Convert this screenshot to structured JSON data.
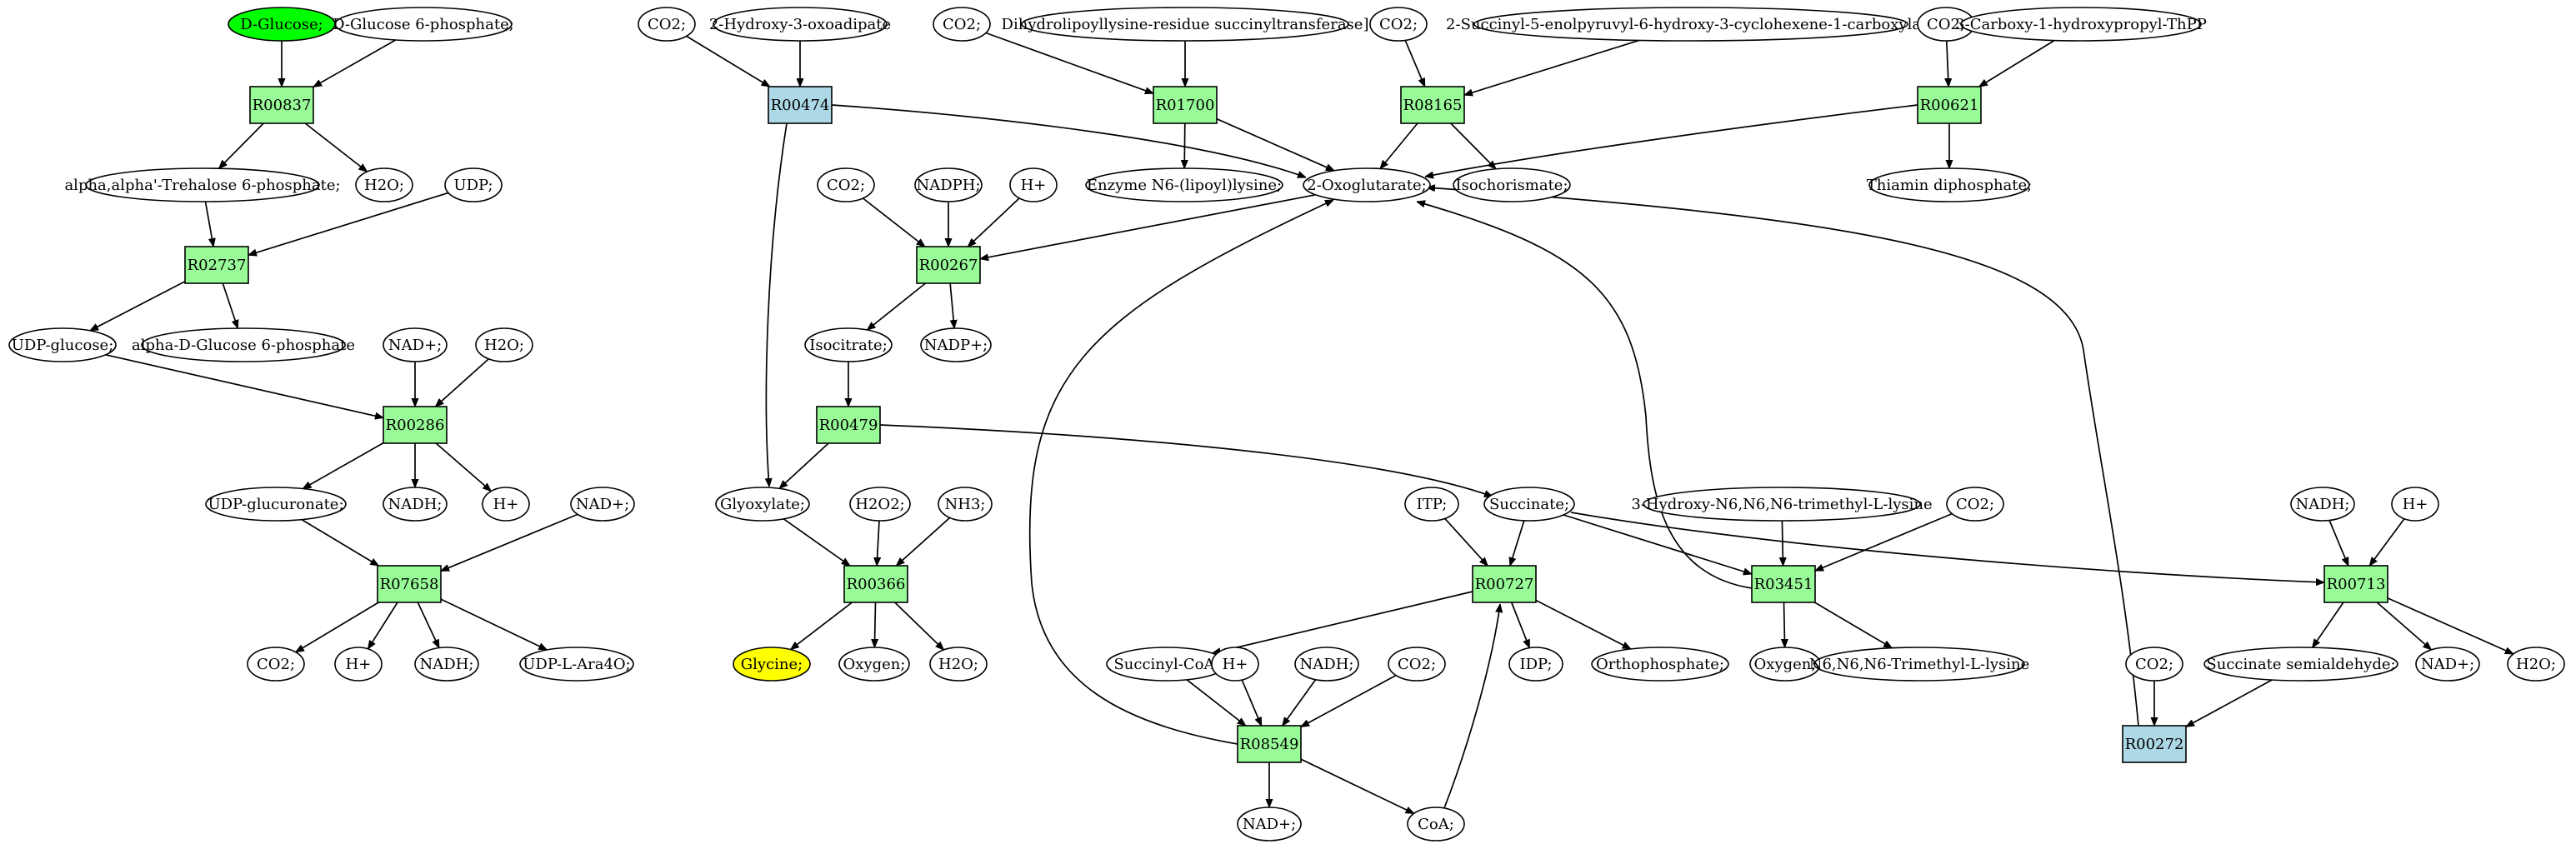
{
  "colors": {
    "reaction": "#98fb98",
    "reaction_alt": "#add8e6",
    "compound": "#ffffff",
    "start": "#00ff00",
    "target": "#ffff00",
    "stroke": "#000000"
  },
  "nodes": [
    {
      "id": "dglucose",
      "label": "D-Glucose;",
      "shape": "ellipse",
      "fill": "start"
    },
    {
      "id": "dg6p",
      "label": "D-Glucose 6-phosphate;",
      "shape": "ellipse",
      "fill": "compound"
    },
    {
      "id": "r00837",
      "label": "R00837",
      "shape": "box",
      "fill": "reaction"
    },
    {
      "id": "trehalose6p",
      "label": "alpha,alpha'-Trehalose 6-phosphate;",
      "shape": "ellipse",
      "fill": "compound"
    },
    {
      "id": "h2o_1",
      "label": "H2O;",
      "shape": "ellipse",
      "fill": "compound"
    },
    {
      "id": "udp_1",
      "label": "UDP;",
      "shape": "ellipse",
      "fill": "compound"
    },
    {
      "id": "r02737",
      "label": "R02737",
      "shape": "box",
      "fill": "reaction"
    },
    {
      "id": "udpglucose",
      "label": "UDP-glucose;",
      "shape": "ellipse",
      "fill": "compound"
    },
    {
      "id": "adg6p",
      "label": "alpha-D-Glucose 6-phosphate",
      "shape": "ellipse",
      "fill": "compound"
    },
    {
      "id": "nadp_1",
      "label": "NAD+;",
      "shape": "ellipse",
      "fill": "compound"
    },
    {
      "id": "h2o_2",
      "label": "H2O;",
      "shape": "ellipse",
      "fill": "compound"
    },
    {
      "id": "r00286",
      "label": "R00286",
      "shape": "box",
      "fill": "reaction"
    },
    {
      "id": "udpglucuronate",
      "label": "UDP-glucuronate;",
      "shape": "ellipse",
      "fill": "compound"
    },
    {
      "id": "nadh_1",
      "label": "NADH;",
      "shape": "ellipse",
      "fill": "compound"
    },
    {
      "id": "hplus_1",
      "label": "H+",
      "shape": "ellipse",
      "fill": "compound"
    },
    {
      "id": "nadp_2",
      "label": "NAD+;",
      "shape": "ellipse",
      "fill": "compound"
    },
    {
      "id": "r07658",
      "label": "R07658",
      "shape": "box",
      "fill": "reaction"
    },
    {
      "id": "co2_1",
      "label": "CO2;",
      "shape": "ellipse",
      "fill": "compound"
    },
    {
      "id": "hplus_2",
      "label": "H+",
      "shape": "ellipse",
      "fill": "compound"
    },
    {
      "id": "nadh_2",
      "label": "NADH;",
      "shape": "ellipse",
      "fill": "compound"
    },
    {
      "id": "udplara4o",
      "label": "UDP-L-Ara4O;",
      "shape": "ellipse",
      "fill": "compound"
    },
    {
      "id": "co2_2",
      "label": "CO2;",
      "shape": "ellipse",
      "fill": "compound"
    },
    {
      "id": "hydroxyoxoadipate",
      "label": "2-Hydroxy-3-oxoadipate",
      "shape": "ellipse",
      "fill": "compound"
    },
    {
      "id": "r00474",
      "label": "R00474",
      "shape": "box",
      "fill": "reaction_alt"
    },
    {
      "id": "co2_3",
      "label": "CO2;",
      "shape": "ellipse",
      "fill": "compound"
    },
    {
      "id": "dihydrolipoyl",
      "label": "Dihydrolipoyllysine-residue succinyltransferase]",
      "shape": "ellipse",
      "fill": "compound"
    },
    {
      "id": "r01700",
      "label": "R01700",
      "shape": "box",
      "fill": "reaction"
    },
    {
      "id": "enzymen6",
      "label": "Enzyme N6-(lipoyl)lysine;",
      "shape": "ellipse",
      "fill": "compound"
    },
    {
      "id": "co2_4",
      "label": "CO2;",
      "shape": "ellipse",
      "fill": "compound"
    },
    {
      "id": "succinylenol",
      "label": "2-Succinyl-5-enolpyruvyl-6-hydroxy-3-cyclohexene-1-carboxylate",
      "shape": "ellipse",
      "fill": "compound"
    },
    {
      "id": "r08165",
      "label": "R08165",
      "shape": "box",
      "fill": "reaction"
    },
    {
      "id": "isochorismate",
      "label": "Isochorismate;",
      "shape": "ellipse",
      "fill": "compound"
    },
    {
      "id": "co2_5",
      "label": "CO2;",
      "shape": "ellipse",
      "fill": "compound"
    },
    {
      "id": "carboxyhydroxy",
      "label": "3-Carboxy-1-hydroxypropyl-ThPP",
      "shape": "ellipse",
      "fill": "compound"
    },
    {
      "id": "r00621",
      "label": "R00621",
      "shape": "box",
      "fill": "reaction"
    },
    {
      "id": "thiamin",
      "label": "Thiamin diphosphate;",
      "shape": "ellipse",
      "fill": "compound"
    },
    {
      "id": "oxoglutarate",
      "label": "2-Oxoglutarate;",
      "shape": "ellipse",
      "fill": "compound"
    },
    {
      "id": "co2_6",
      "label": "CO2;",
      "shape": "ellipse",
      "fill": "compound"
    },
    {
      "id": "nadph_1",
      "label": "NADPH;",
      "shape": "ellipse",
      "fill": "compound"
    },
    {
      "id": "hplus_3",
      "label": "H+",
      "shape": "ellipse",
      "fill": "compound"
    },
    {
      "id": "r00267",
      "label": "R00267",
      "shape": "box",
      "fill": "reaction"
    },
    {
      "id": "isocitrate",
      "label": "Isocitrate;",
      "shape": "ellipse",
      "fill": "compound"
    },
    {
      "id": "nadpplus_1",
      "label": "NADP+;",
      "shape": "ellipse",
      "fill": "compound"
    },
    {
      "id": "r00479",
      "label": "R00479",
      "shape": "box",
      "fill": "reaction"
    },
    {
      "id": "glyoxylate",
      "label": "Glyoxylate;",
      "shape": "ellipse",
      "fill": "compound"
    },
    {
      "id": "h2o2_1",
      "label": "H2O2;",
      "shape": "ellipse",
      "fill": "compound"
    },
    {
      "id": "nh3_1",
      "label": "NH3;",
      "shape": "ellipse",
      "fill": "compound"
    },
    {
      "id": "r00366",
      "label": "R00366",
      "shape": "box",
      "fill": "reaction"
    },
    {
      "id": "glycine",
      "label": "Glycine;",
      "shape": "ellipse",
      "fill": "target"
    },
    {
      "id": "oxygen_1",
      "label": "Oxygen;",
      "shape": "ellipse",
      "fill": "compound"
    },
    {
      "id": "h2o_3",
      "label": "H2O;",
      "shape": "ellipse",
      "fill": "compound"
    },
    {
      "id": "itp_1",
      "label": "ITP;",
      "shape": "ellipse",
      "fill": "compound"
    },
    {
      "id": "succinate",
      "label": "Succinate;",
      "shape": "ellipse",
      "fill": "compound"
    },
    {
      "id": "r00727",
      "label": "R00727",
      "shape": "box",
      "fill": "reaction"
    },
    {
      "id": "succinylcoa",
      "label": "Succinyl-CoA;",
      "shape": "ellipse",
      "fill": "compound"
    },
    {
      "id": "idp_1",
      "label": "IDP;",
      "shape": "ellipse",
      "fill": "compound"
    },
    {
      "id": "orthophosphate",
      "label": "Orthophosphate;",
      "shape": "ellipse",
      "fill": "compound"
    },
    {
      "id": "hplus_4",
      "label": "H+",
      "shape": "ellipse",
      "fill": "compound"
    },
    {
      "id": "nadh_3",
      "label": "NADH;",
      "shape": "ellipse",
      "fill": "compound"
    },
    {
      "id": "co2_7",
      "label": "CO2;",
      "shape": "ellipse",
      "fill": "compound"
    },
    {
      "id": "r08549",
      "label": "R08549",
      "shape": "box",
      "fill": "reaction"
    },
    {
      "id": "nadp_3",
      "label": "NAD+;",
      "shape": "ellipse",
      "fill": "compound"
    },
    {
      "id": "coa_1",
      "label": "CoA;",
      "shape": "ellipse",
      "fill": "compound"
    },
    {
      "id": "hydroxytrimethyl",
      "label": "3-Hydroxy-N6,N6,N6-trimethyl-L-lysine",
      "shape": "ellipse",
      "fill": "compound"
    },
    {
      "id": "co2_8",
      "label": "CO2;",
      "shape": "ellipse",
      "fill": "compound"
    },
    {
      "id": "r03451",
      "label": "R03451",
      "shape": "box",
      "fill": "reaction"
    },
    {
      "id": "oxygen_2",
      "label": "Oxygen;",
      "shape": "ellipse",
      "fill": "compound"
    },
    {
      "id": "trimethyllysine",
      "label": "N6,N6,N6-Trimethyl-L-lysine",
      "shape": "ellipse",
      "fill": "compound"
    },
    {
      "id": "nadh_4",
      "label": "NADH;",
      "shape": "ellipse",
      "fill": "compound"
    },
    {
      "id": "hplus_5",
      "label": "H+",
      "shape": "ellipse",
      "fill": "compound"
    },
    {
      "id": "r00713",
      "label": "R00713",
      "shape": "box",
      "fill": "reaction"
    },
    {
      "id": "co2_9",
      "label": "CO2;",
      "shape": "ellipse",
      "fill": "compound"
    },
    {
      "id": "succsemialdehyde",
      "label": "Succinate semialdehyde;",
      "shape": "ellipse",
      "fill": "compound"
    },
    {
      "id": "nadp_4",
      "label": "NAD+;",
      "shape": "ellipse",
      "fill": "compound"
    },
    {
      "id": "h2o_4",
      "label": "H2O;",
      "shape": "ellipse",
      "fill": "compound"
    },
    {
      "id": "r00272",
      "label": "R00272",
      "shape": "box",
      "fill": "reaction_alt"
    }
  ],
  "edges": [
    [
      "dglucose",
      "r00837"
    ],
    [
      "dg6p",
      "r00837"
    ],
    [
      "r00837",
      "trehalose6p"
    ],
    [
      "r00837",
      "h2o_1"
    ],
    [
      "trehalose6p",
      "r02737"
    ],
    [
      "udp_1",
      "r02737"
    ],
    [
      "r02737",
      "udpglucose"
    ],
    [
      "r02737",
      "adg6p"
    ],
    [
      "udpglucose",
      "r00286"
    ],
    [
      "nadp_1",
      "r00286"
    ],
    [
      "h2o_2",
      "r00286"
    ],
    [
      "r00286",
      "udpglucuronate"
    ],
    [
      "r00286",
      "nadh_1"
    ],
    [
      "r00286",
      "hplus_1"
    ],
    [
      "udpglucuronate",
      "r07658"
    ],
    [
      "nadp_2",
      "r07658"
    ],
    [
      "r07658",
      "co2_1"
    ],
    [
      "r07658",
      "hplus_2"
    ],
    [
      "r07658",
      "nadh_2"
    ],
    [
      "r07658",
      "udplara4o"
    ],
    [
      "co2_2",
      "r00474"
    ],
    [
      "hydroxyoxoadipate",
      "r00474"
    ],
    [
      "r00474",
      "oxoglutarate"
    ],
    [
      "r00474",
      "glyoxylate"
    ],
    [
      "co2_3",
      "r01700"
    ],
    [
      "dihydrolipoyl",
      "r01700"
    ],
    [
      "r01700",
      "enzymen6"
    ],
    [
      "r01700",
      "oxoglutarate"
    ],
    [
      "co2_4",
      "r08165"
    ],
    [
      "succinylenol",
      "r08165"
    ],
    [
      "r08165",
      "oxoglutarate"
    ],
    [
      "r08165",
      "isochorismate"
    ],
    [
      "co2_5",
      "r00621"
    ],
    [
      "carboxyhydroxy",
      "r00621"
    ],
    [
      "r00621",
      "oxoglutarate"
    ],
    [
      "r00621",
      "thiamin"
    ],
    [
      "oxoglutarate",
      "r00267"
    ],
    [
      "co2_6",
      "r00267"
    ],
    [
      "nadph_1",
      "r00267"
    ],
    [
      "hplus_3",
      "r00267"
    ],
    [
      "r00267",
      "isocitrate"
    ],
    [
      "r00267",
      "nadpplus_1"
    ],
    [
      "isocitrate",
      "r00479"
    ],
    [
      "r00479",
      "glyoxylate"
    ],
    [
      "r00479",
      "succinate"
    ],
    [
      "glyoxylate",
      "r00366"
    ],
    [
      "h2o2_1",
      "r00366"
    ],
    [
      "nh3_1",
      "r00366"
    ],
    [
      "r00366",
      "glycine"
    ],
    [
      "r00366",
      "oxygen_1"
    ],
    [
      "r00366",
      "h2o_3"
    ],
    [
      "itp_1",
      "r00727"
    ],
    [
      "succinate",
      "r00727"
    ],
    [
      "coa_1",
      "r00727"
    ],
    [
      "r00727",
      "succinylcoa"
    ],
    [
      "r00727",
      "idp_1"
    ],
    [
      "r00727",
      "orthophosphate"
    ],
    [
      "succinylcoa",
      "r08549"
    ],
    [
      "hplus_4",
      "r08549"
    ],
    [
      "nadh_3",
      "r08549"
    ],
    [
      "co2_7",
      "r08549"
    ],
    [
      "r08549",
      "nadp_3"
    ],
    [
      "r08549",
      "coa_1"
    ],
    [
      "r08549",
      "oxoglutarate"
    ],
    [
      "succinate",
      "r03451"
    ],
    [
      "hydroxytrimethyl",
      "r03451"
    ],
    [
      "co2_8",
      "r03451"
    ],
    [
      "r03451",
      "oxygen_2"
    ],
    [
      "r03451",
      "trimethyllysine"
    ],
    [
      "r03451",
      "oxoglutarate"
    ],
    [
      "succinate",
      "r00713"
    ],
    [
      "nadh_4",
      "r00713"
    ],
    [
      "hplus_5",
      "r00713"
    ],
    [
      "r00713",
      "succsemialdehyde"
    ],
    [
      "r00713",
      "nadp_4"
    ],
    [
      "r00713",
      "h2o_4"
    ],
    [
      "co2_9",
      "r00272"
    ],
    [
      "succsemialdehyde",
      "r00272"
    ],
    [
      "r00272",
      "oxoglutarate"
    ]
  ]
}
